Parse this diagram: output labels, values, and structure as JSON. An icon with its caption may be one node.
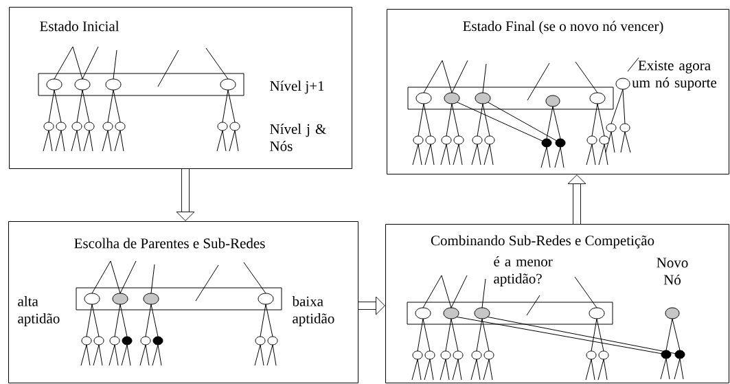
{
  "diagram": {
    "nodes": [
      {
        "text": [
          "Estado Inicial",
          "Nível j+1",
          "Nível j & Nós"
        ]
      },
      {
        "text": [
          "Estado Final (se o novo nó vencer)",
          "Existe agora um nó suporte"
        ]
      },
      {
        "text": [
          "Escolha de Parentes e Sub-Redes",
          "alta aptidão",
          "baixa aptidão"
        ]
      },
      {
        "text": [
          "Combinando Sub-Redes e Competição",
          "é a menor aptidão?",
          "Novo Nó"
        ]
      }
    ],
    "edges": [
      {
        "from": 0,
        "to": 2,
        "arrow": "to"
      },
      {
        "from": 2,
        "to": 3,
        "arrow": "to"
      },
      {
        "from": 3,
        "to": 1,
        "arrow": "to"
      }
    ]
  }
}
